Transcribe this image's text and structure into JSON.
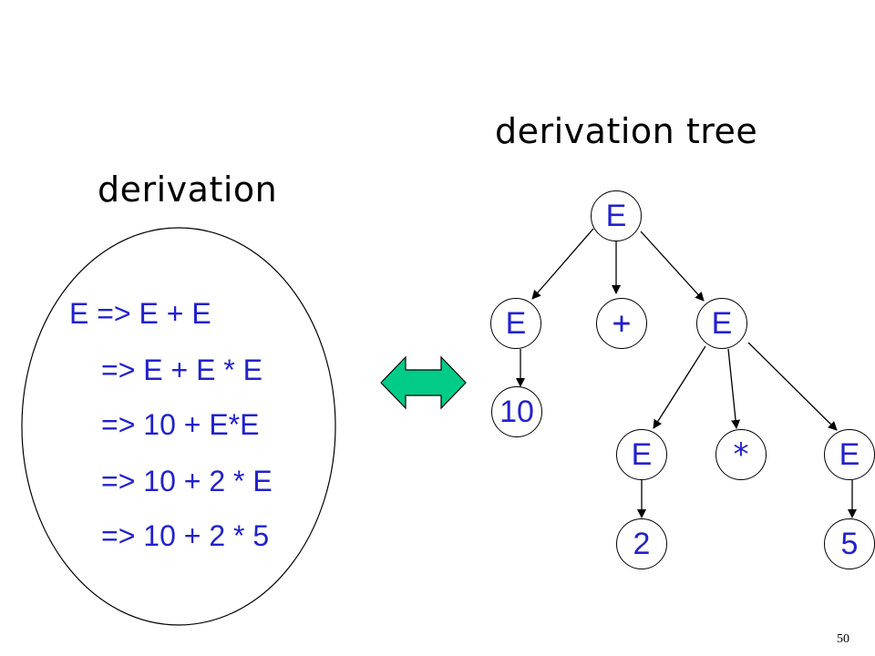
{
  "titles": {
    "tree": "derivation tree",
    "derivation": "derivation"
  },
  "derivation_steps": [
    "E => E + E",
    "=> E + E * E",
    "=> 10 + E*E",
    "=> 10 + 2 * E",
    "=> 10 + 2 * 5"
  ],
  "tree": {
    "root": "E",
    "level1": [
      "E",
      "+",
      "E"
    ],
    "left_leaf": "10",
    "level2": [
      "E",
      "*",
      "E"
    ],
    "level3": [
      "2",
      "5"
    ]
  },
  "page_number": "50",
  "colors": {
    "text_blue": "#2222cc",
    "arrow_fill": "#00cc88"
  },
  "icons": {
    "double_arrow": "double-headed-arrow-icon"
  }
}
